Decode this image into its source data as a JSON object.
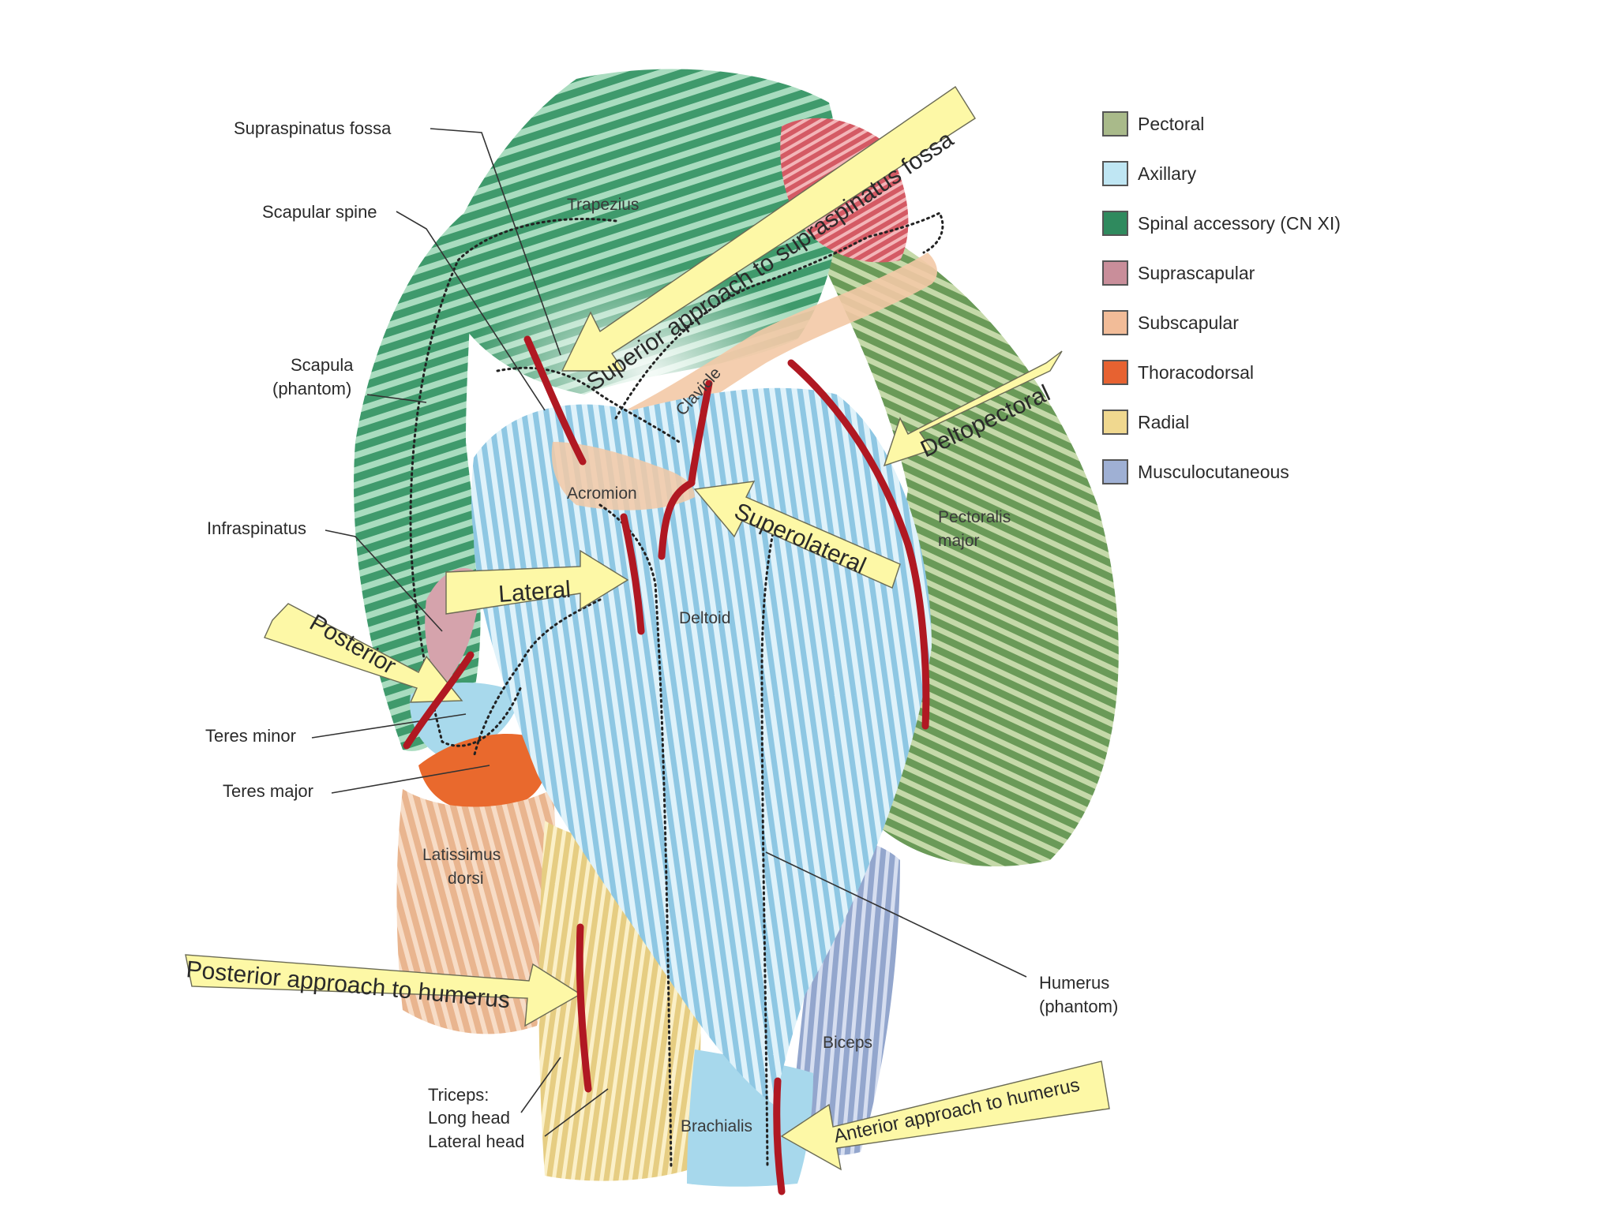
{
  "legend": {
    "items": [
      {
        "label": "Pectoral",
        "color": "#a9ba8a"
      },
      {
        "label": "Axillary",
        "color": "#bfe6f3"
      },
      {
        "label": "Spinal accessory (CN XI)",
        "color": "#2f8a5e"
      },
      {
        "label": "Suprascapular",
        "color": "#c98e9a"
      },
      {
        "label": "Subscapular",
        "color": "#f2bc98"
      },
      {
        "label": "Thoracodorsal",
        "color": "#e76231"
      },
      {
        "label": "Radial",
        "color": "#f0d88f"
      },
      {
        "label": "Musculocutaneous",
        "color": "#9fb0d4"
      }
    ]
  },
  "labels": {
    "supraspinatus_fossa": "Supraspinatus fossa",
    "scapular_spine": "Scapular spine",
    "scapula_1": "Scapula",
    "scapula_2": "(phantom)",
    "infraspinatus": "Infraspinatus",
    "teres_minor": "Teres minor",
    "teres_major": "Teres major",
    "latissimus_1": "Latissimus",
    "latissimus_2": "dorsi",
    "triceps_1": "Triceps:",
    "triceps_2": "Long head",
    "triceps_3": "Lateral head",
    "trapezius": "Trapezius",
    "clavicle": "Clavicle",
    "acromion": "Acromion",
    "deltoid": "Deltoid",
    "pectoralis_1": "Pectoralis",
    "pectoralis_2": "major",
    "humerus_1": "Humerus",
    "humerus_2": "(phantom)",
    "biceps": "Biceps",
    "brachialis": "Brachialis"
  },
  "approaches": {
    "superior": "Superior approach to supraspinatus fossa",
    "deltopectoral": "Deltopectoral",
    "superolateral": "Superolateral",
    "lateral": "Lateral",
    "posterior": "Posterior",
    "posterior_humerus": "Posterior approach to humerus",
    "anterior_humerus": "Anterior approach to humerus"
  }
}
